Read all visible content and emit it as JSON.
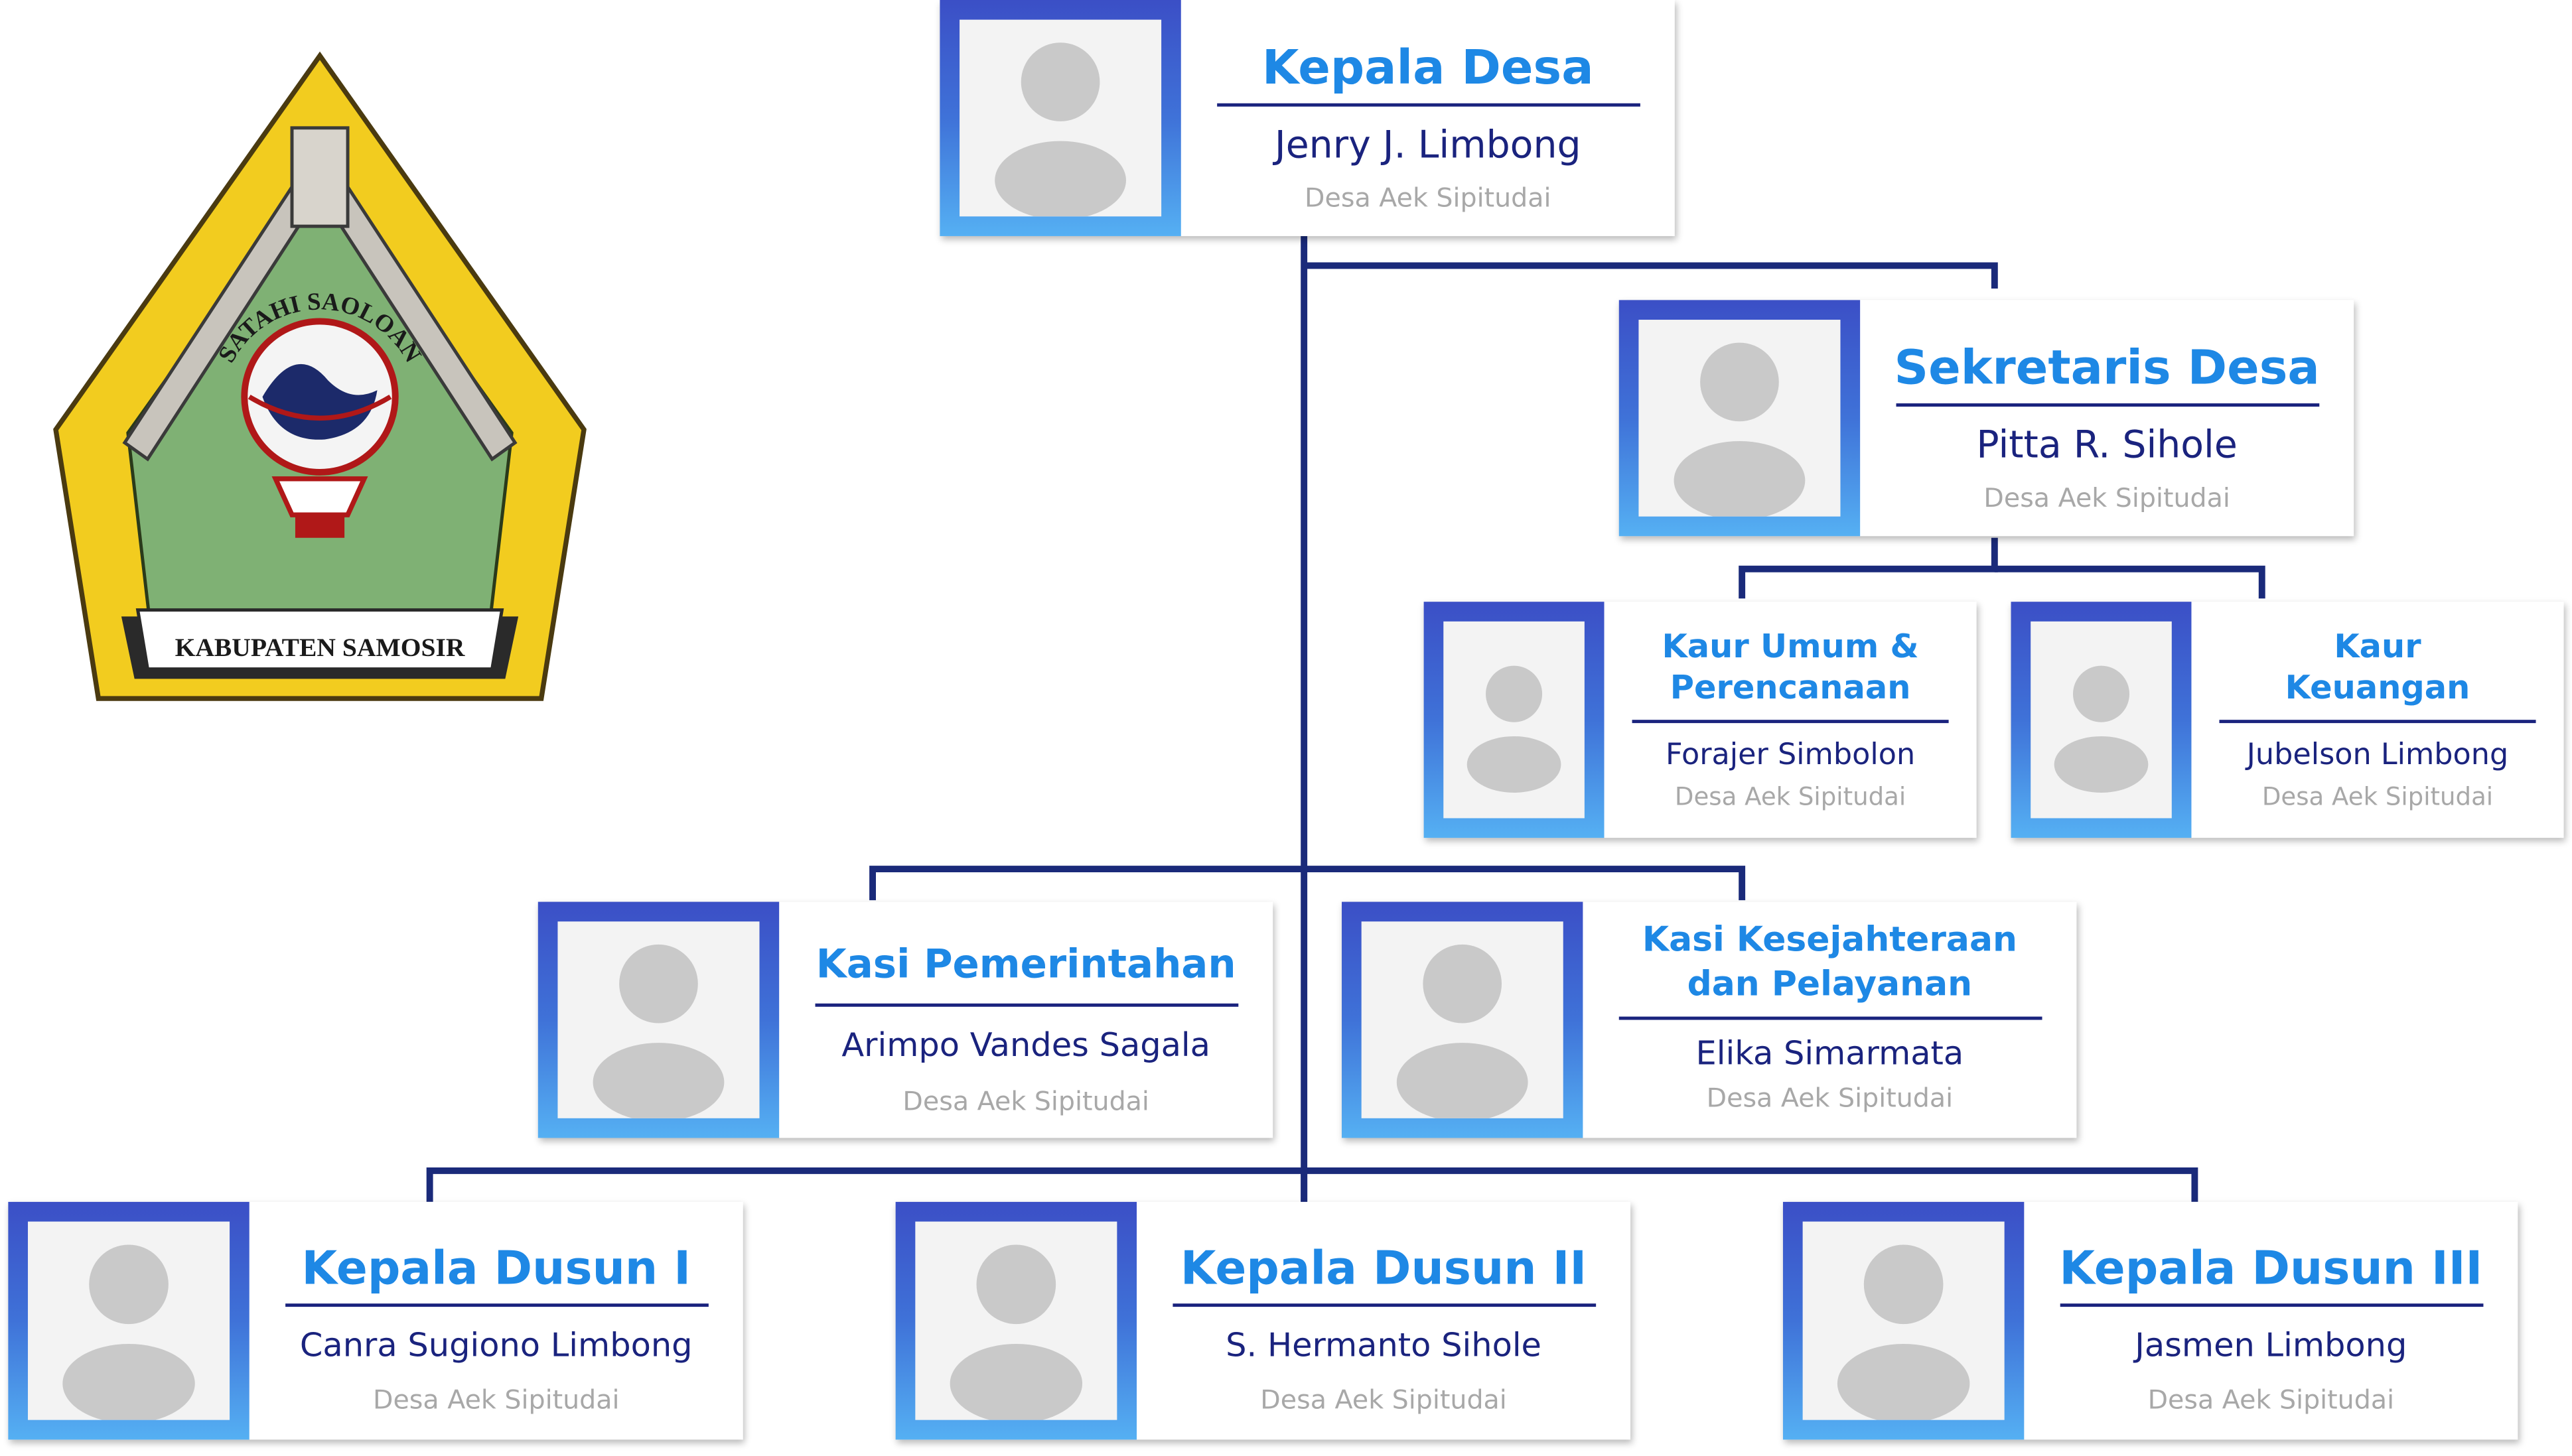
{
  "logo": {
    "motto": "SATAHI SAOLOAN",
    "region": "KABUPATEN SAMOSIR"
  },
  "nodes": {
    "kepala_desa": {
      "title": "Kepala Desa",
      "name": "Jenry J. Limbong",
      "place": "Desa Aek Sipitudai"
    },
    "sekretaris_desa": {
      "title": "Sekretaris Desa",
      "name": "Pitta R. Sihole",
      "place": "Desa Aek Sipitudai"
    },
    "kaur_umum": {
      "title_line1": "Kaur Umum &",
      "title_line2": "Perencanaan",
      "name": "Forajer Simbolon",
      "place": "Desa Aek Sipitudai"
    },
    "kaur_keuangan": {
      "title_line1": "Kaur",
      "title_line2": "Keuangan",
      "name": "Jubelson Limbong",
      "place": "Desa Aek Sipitudai"
    },
    "kasi_pemerintahan": {
      "title": "Kasi Pemerintahan",
      "name": "Arimpo Vandes Sagala",
      "place": "Desa Aek Sipitudai"
    },
    "kasi_kesejahteraan": {
      "title_line1": "Kasi Kesejahteraan",
      "title_line2": "dan Pelayanan",
      "name": "Elika Simarmata",
      "place": "Desa Aek Sipitudai"
    },
    "kepala_dusun_1": {
      "title": "Kepala Dusun I",
      "name": "Canra Sugiono Limbong",
      "place": "Desa Aek Sipitudai"
    },
    "kepala_dusun_2": {
      "title": "Kepala Dusun II",
      "name": "S. Hermanto Sihole",
      "place": "Desa Aek Sipitudai"
    },
    "kepala_dusun_3": {
      "title": "Kepala Dusun III",
      "name": "Jasmen Limbong",
      "place": "Desa Aek Sipitudai"
    }
  },
  "colors": {
    "title_blue": "#1e88e5",
    "navy": "#1a237e",
    "photo_gradient_top": "#3b4fc6",
    "photo_gradient_bottom": "#55b0f3",
    "muted_text": "#a8a8a8"
  }
}
